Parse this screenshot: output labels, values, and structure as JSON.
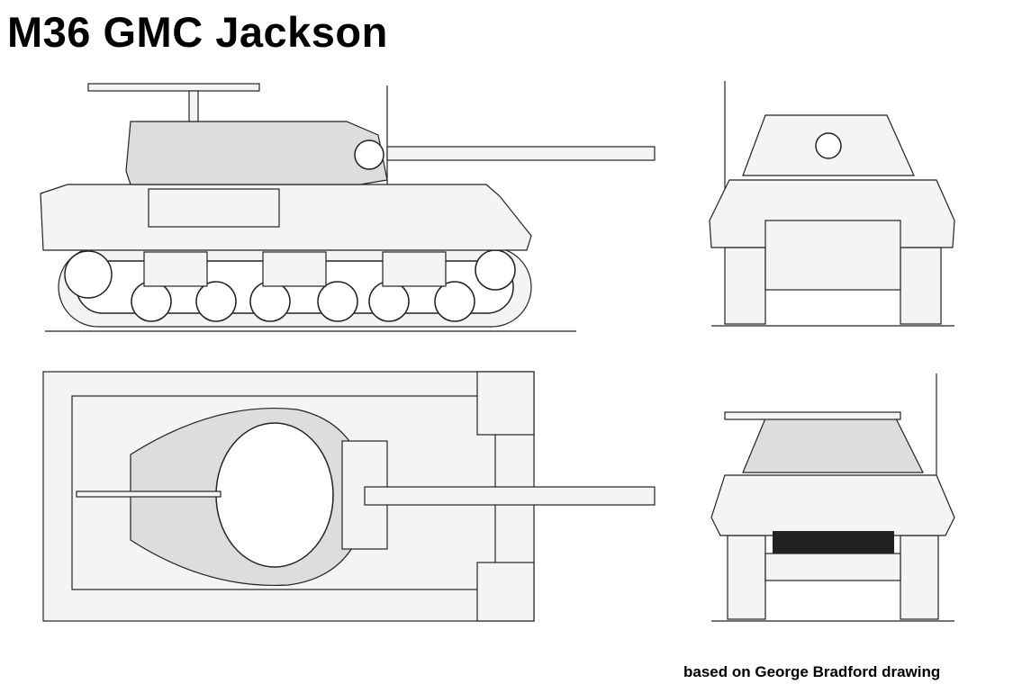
{
  "title": "M36 GMC Jackson",
  "credit": "based on George Bradford drawing",
  "views": [
    "side",
    "front",
    "top",
    "rear"
  ]
}
